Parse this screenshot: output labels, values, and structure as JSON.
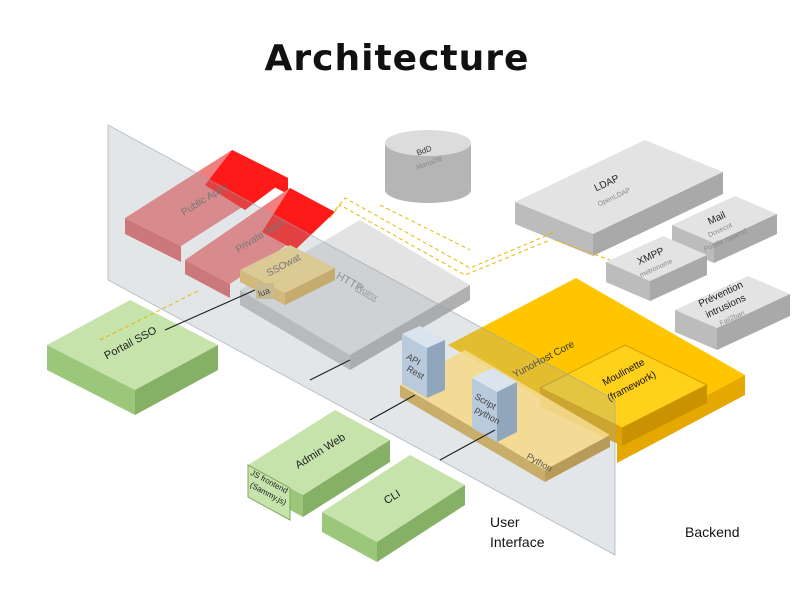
{
  "title": "Architecture",
  "colors": {
    "red": "#ff1a1a",
    "red_light": "#f08080",
    "green": "#b9dd9a",
    "grey": "#d9d9d9",
    "yellow": "#ffc600",
    "yellow_pale": "#f5d98c",
    "steel": "#b8cadb",
    "plane": "#e6e6e6"
  },
  "labels": {
    "bdd": "BdD",
    "bdd_sub": "MariaDB",
    "ldap": "LDAP",
    "ldap_sub": "OpenLDAP",
    "mail": "Mail",
    "mail_sub1": "Dovecot",
    "mail_sub2": "Postfix rspamd",
    "xmpp": "XMPP",
    "xmpp_sub": "metronome",
    "prevention": "Prévention",
    "prevention2": "intrusions",
    "prevention_sub": "Fail2ban",
    "public_apps": "Public Apps",
    "private_apps": "Private Apps",
    "ssowat": "SSOwat",
    "lua": "lua",
    "http": "HTTP",
    "http_sub": "Nginx",
    "portail": "Portail SSO",
    "api1": "API",
    "api2": "Rest",
    "script1": "Script",
    "script2": "python",
    "yunohost": "YunoHost Core",
    "moulinette1": "Moulinette",
    "moulinette2": "(framework)",
    "python": "Python",
    "admin": "Admin Web",
    "js1": "JS frontend",
    "js2": "(Sammy.js)",
    "cli": "CLI"
  },
  "regions": {
    "user_interface_1": "User",
    "user_interface_2": "Interface",
    "backend": "Backend"
  }
}
